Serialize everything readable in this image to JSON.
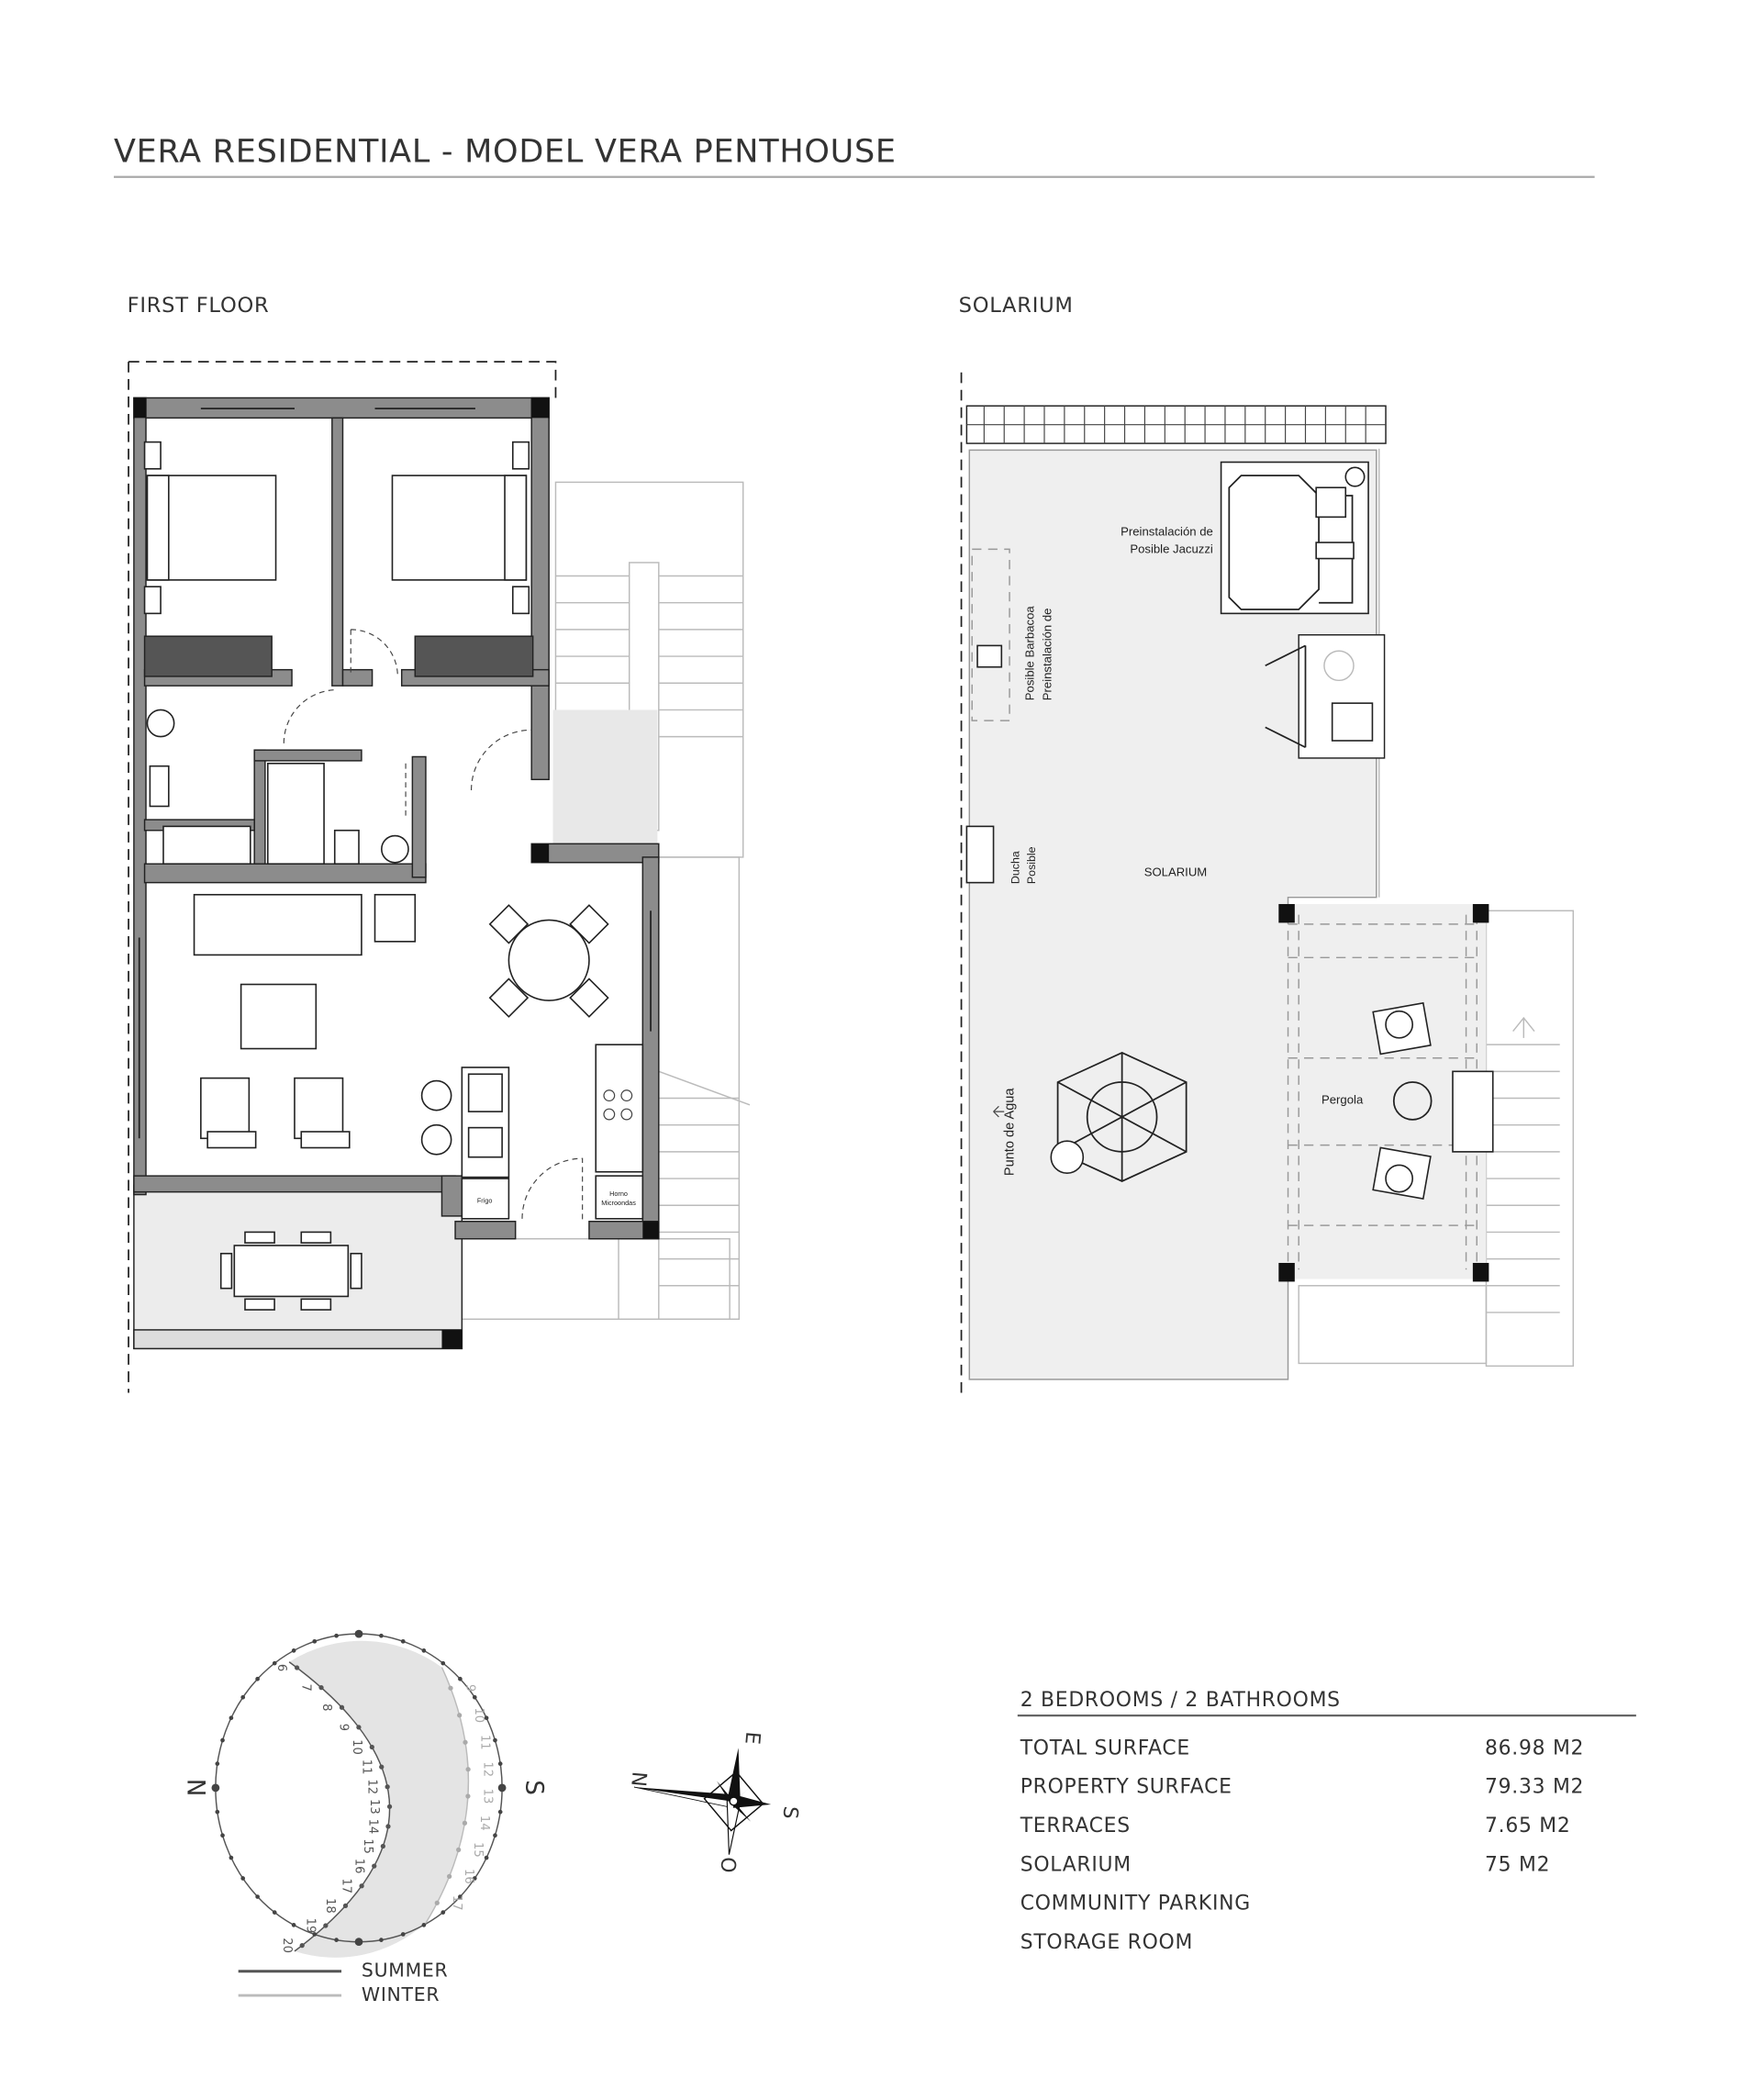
{
  "header": {
    "title": "VERA RESIDENTIAL - MODEL VERA PENTHOUSE"
  },
  "first_floor": {
    "title": "FIRST FLOOR",
    "labels": {
      "fridge": "Frigo",
      "oven_line1": "Horno",
      "oven_line2": "Microondas"
    }
  },
  "solarium": {
    "title": "SOLARIUM",
    "labels": {
      "jacuzzi_line1": "Preinstalación de",
      "jacuzzi_line2": "Posible Jacuzzi",
      "bbq_line1": "Preinstalación de",
      "bbq_line2": "Posible Barbacoa",
      "shower_line1": "Posible",
      "shower_line2": "Ducha",
      "area": "SOLARIUM",
      "water": "Punto de Agua",
      "pergola": "Pergola"
    }
  },
  "sun_diagram": {
    "north": "N",
    "south": "S",
    "summer_hours": [
      "6",
      "7",
      "8",
      "9",
      "10",
      "11",
      "12",
      "13",
      "14",
      "15",
      "16",
      "17",
      "18",
      "19",
      "20"
    ],
    "winter_hours": [
      "9",
      "10",
      "11",
      "12",
      "13",
      "14",
      "15",
      "16",
      "17"
    ],
    "legend": [
      {
        "label": "SUMMER",
        "color": "#555555"
      },
      {
        "label": "WINTER",
        "color": "#bbbbbb"
      }
    ]
  },
  "compass": {
    "north": "N",
    "east": "E",
    "south": "S",
    "west": "O"
  },
  "specs": {
    "heading": "2 BEDROOMS / 2 BATHROOMS",
    "rows": [
      {
        "label": "TOTAL SURFACE",
        "value": "86.98 M2"
      },
      {
        "label": "PROPERTY SURFACE",
        "value": "79.33 M2"
      },
      {
        "label": "TERRACES",
        "value": "7.65 M2"
      },
      {
        "label": "SOLARIUM",
        "value": "75 M2"
      },
      {
        "label": "COMMUNITY PARKING",
        "value": ""
      },
      {
        "label": "STORAGE ROOM",
        "value": ""
      }
    ]
  }
}
